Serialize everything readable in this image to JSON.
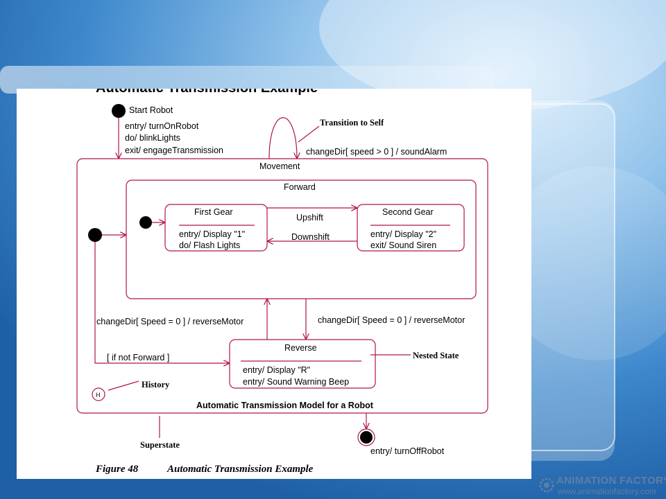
{
  "slide": {
    "header_partial": "Automatic Transmission Example"
  },
  "diagram": {
    "start_state": {
      "name": "Start Robot",
      "actions": [
        "entry/ turnOnRobot",
        "do/ blinkLights",
        "exit/ engageTransmission"
      ]
    },
    "transition_to_self": {
      "note": "Transition to Self",
      "label": "changeDir[ speed > 0 ] / soundAlarm"
    },
    "superstate": {
      "name": "Movement",
      "model_label": "Automatic Transmission Model for a Robot",
      "note": "Superstate"
    },
    "forward": {
      "name": "Forward"
    },
    "first_gear": {
      "name": "First Gear",
      "actions": [
        "entry/ Display \"1\"",
        "do/ Flash Lights"
      ]
    },
    "second_gear": {
      "name": "Second Gear",
      "actions": [
        "entry/ Display \"2\"",
        "exit/ Sound Siren"
      ]
    },
    "upshift": "Upshift",
    "downshift": "Downshift",
    "reverse": {
      "name": "Reverse",
      "actions": [
        "entry/ Display \"R\"",
        "entry/ Sound Warning Beep"
      ],
      "note": "Nested State"
    },
    "to_forward": "changeDir[ Speed = 0 ] / reverseMotor",
    "to_reverse": "changeDir[ Speed = 0 ] / reverseMotor",
    "if_not_forward": "[ if not Forward ]",
    "history": {
      "symbol": "H",
      "note": "History"
    },
    "end_state": {
      "action": "entry/ turnOffRobot"
    }
  },
  "caption": {
    "figure": "Figure 48",
    "title": "Automatic Transmission Example"
  },
  "watermark": {
    "title": "ANIMATION FACTORY",
    "url": "www.animationfactory.com"
  },
  "colors": {
    "background": "#2f7fc8",
    "diagram_line": "#b0144a",
    "text": "#000000"
  }
}
